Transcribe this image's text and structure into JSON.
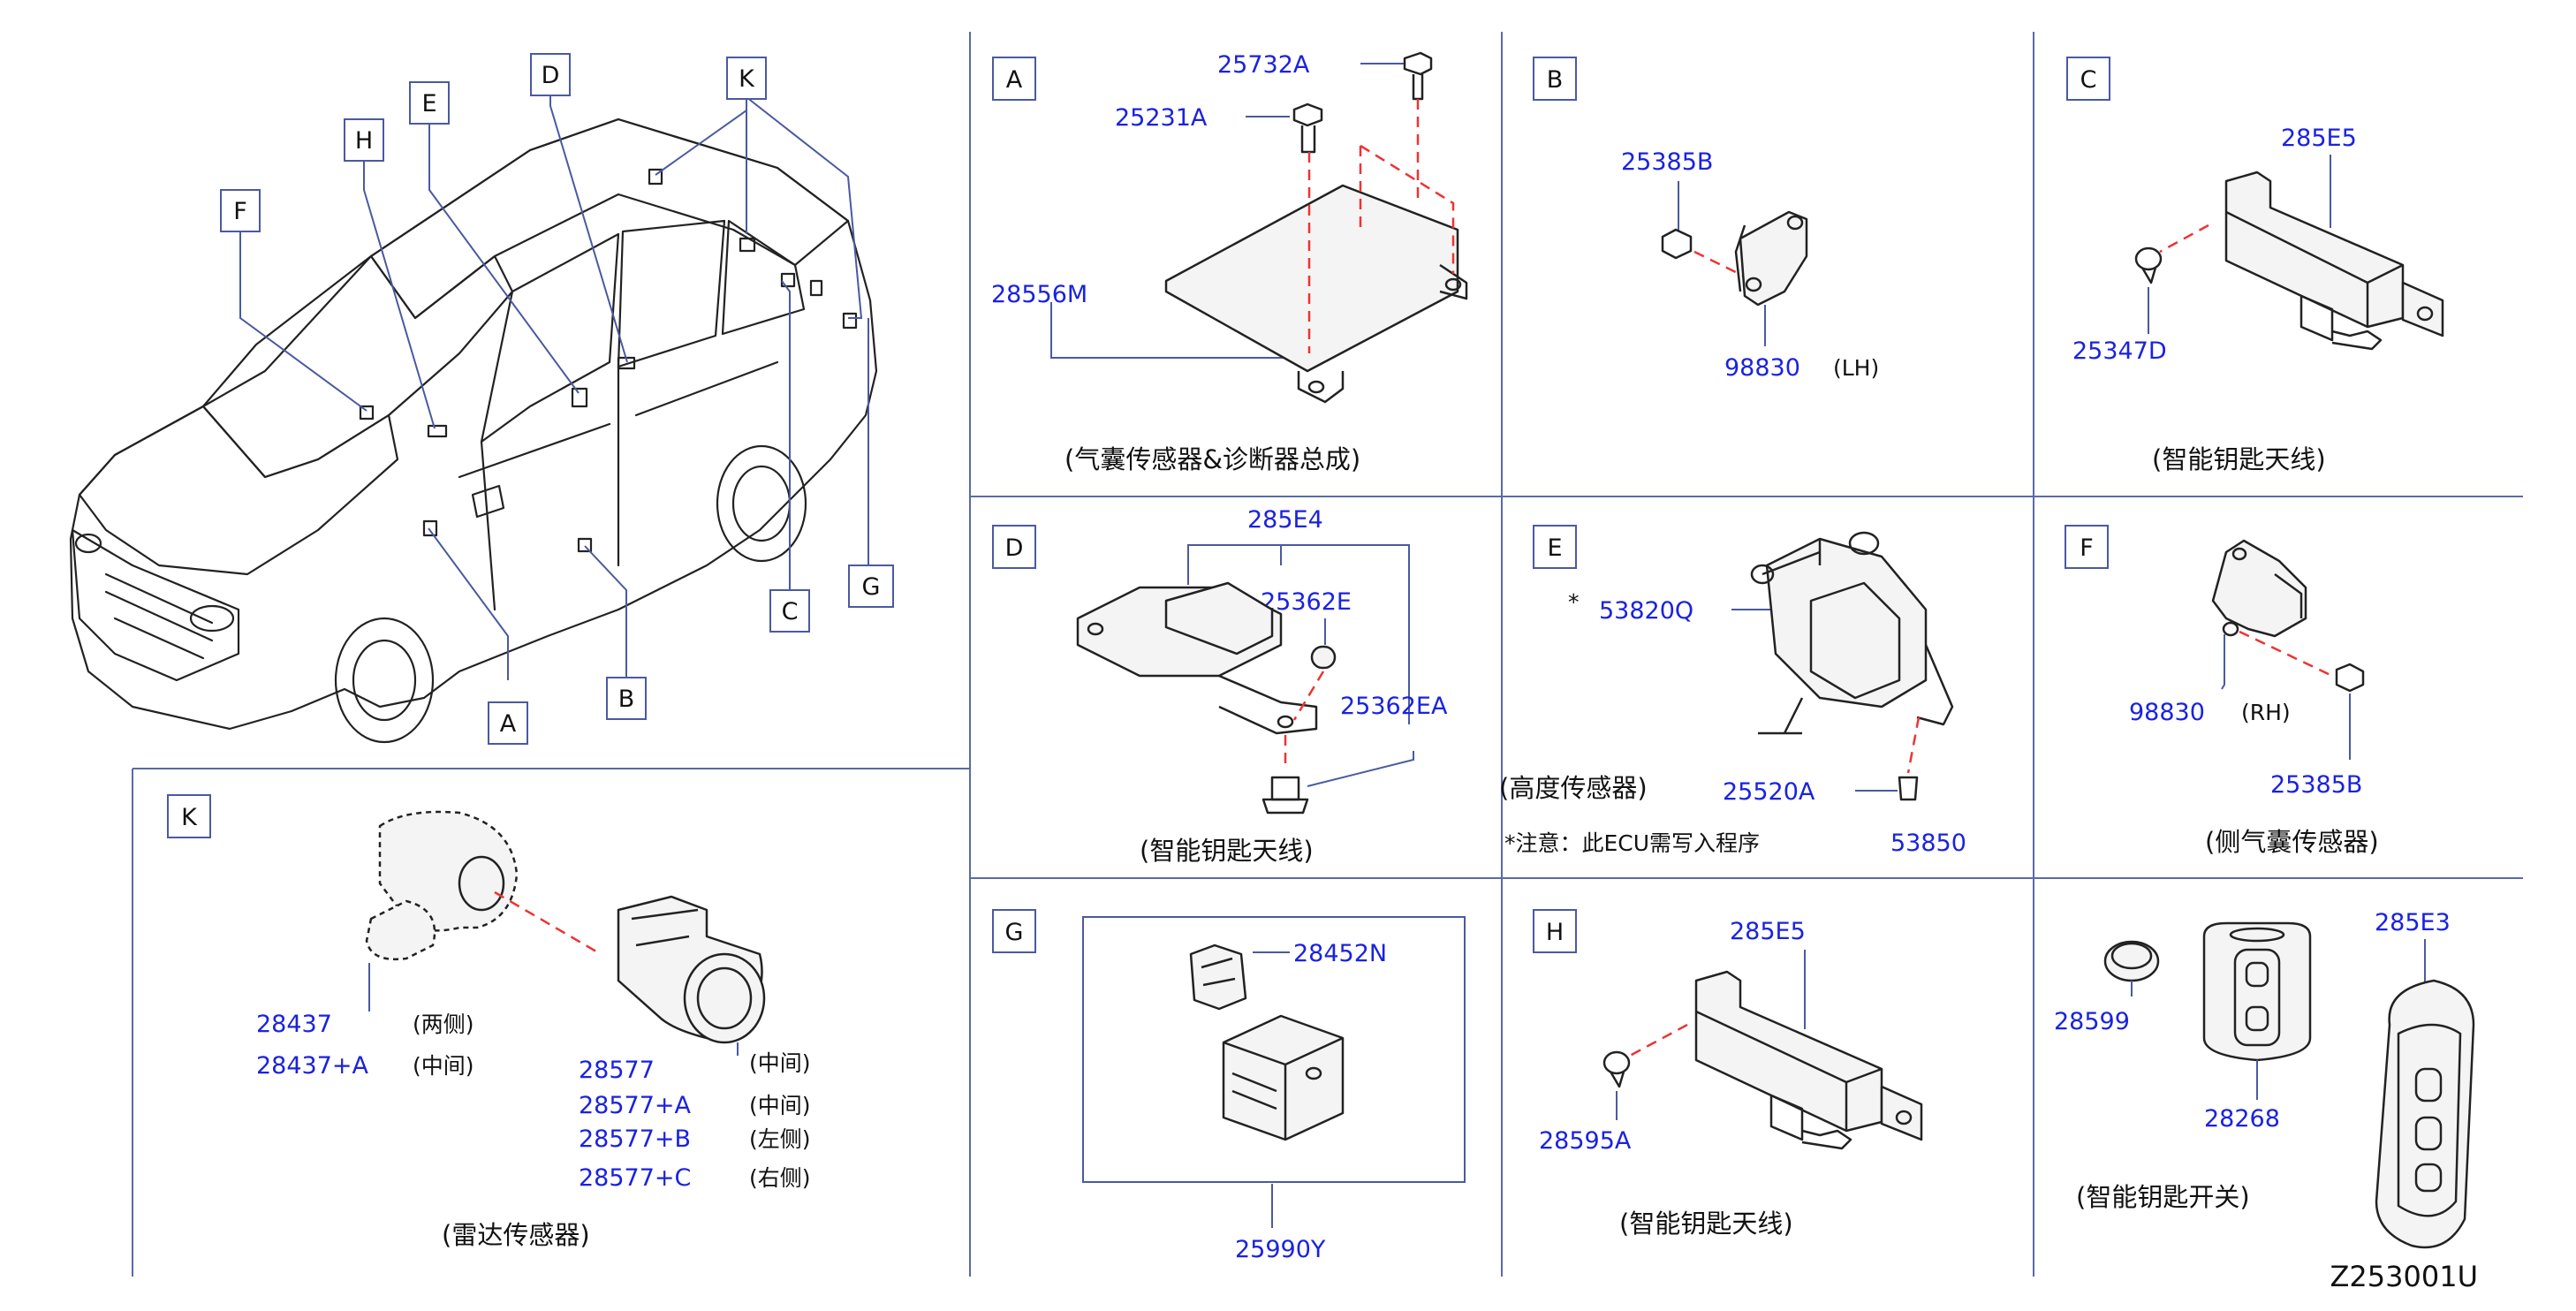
{
  "sections": {
    "A": {
      "letter": "A",
      "parts": [
        "25732A",
        "25231A",
        "28556M"
      ],
      "caption": "(气囊传感器&诊断器总成)"
    },
    "B": {
      "letter": "B",
      "parts": [
        "25385B",
        "98830"
      ],
      "side": "(LH)"
    },
    "C": {
      "letter": "C",
      "parts": [
        "285E5",
        "25347D"
      ],
      "caption": "(智能钥匙天线)"
    },
    "D": {
      "letter": "D",
      "parts": [
        "285E4",
        "25362E",
        "25362EA"
      ],
      "caption": "(智能钥匙天线)"
    },
    "E": {
      "letter": "E",
      "star": "*",
      "parts": [
        "53820Q",
        "25520A",
        "53850"
      ],
      "caption": "(高度传感器)",
      "note": "*注意：此ECU需写入程序"
    },
    "F": {
      "letter": "F",
      "parts": [
        "98830",
        "25385B"
      ],
      "side": "(RH)",
      "caption": "(侧气囊传感器)"
    },
    "G": {
      "letter": "G",
      "parts": [
        "28452N",
        "25990Y"
      ]
    },
    "H": {
      "letter": "H",
      "parts": [
        "285E5",
        "28595A"
      ],
      "caption": "(智能钥匙天线)"
    },
    "K": {
      "letter": "K",
      "parts": [
        "28437",
        "28437+A",
        "28577",
        "28577+A",
        "28577+B",
        "28577+C"
      ],
      "sides": [
        "(两侧)",
        "(中间)",
        "(中间)",
        "(中间)",
        "(左侧)",
        "(右侧)"
      ],
      "caption": "(雷达传感器)"
    },
    "key": {
      "parts": [
        "285E3",
        "28599",
        "28268"
      ],
      "caption": "(智能钥匙开关)"
    }
  },
  "car_callouts": [
    "F",
    "H",
    "E",
    "D",
    "K",
    "A",
    "B",
    "C",
    "G"
  ],
  "diagram_code": "Z253001U"
}
